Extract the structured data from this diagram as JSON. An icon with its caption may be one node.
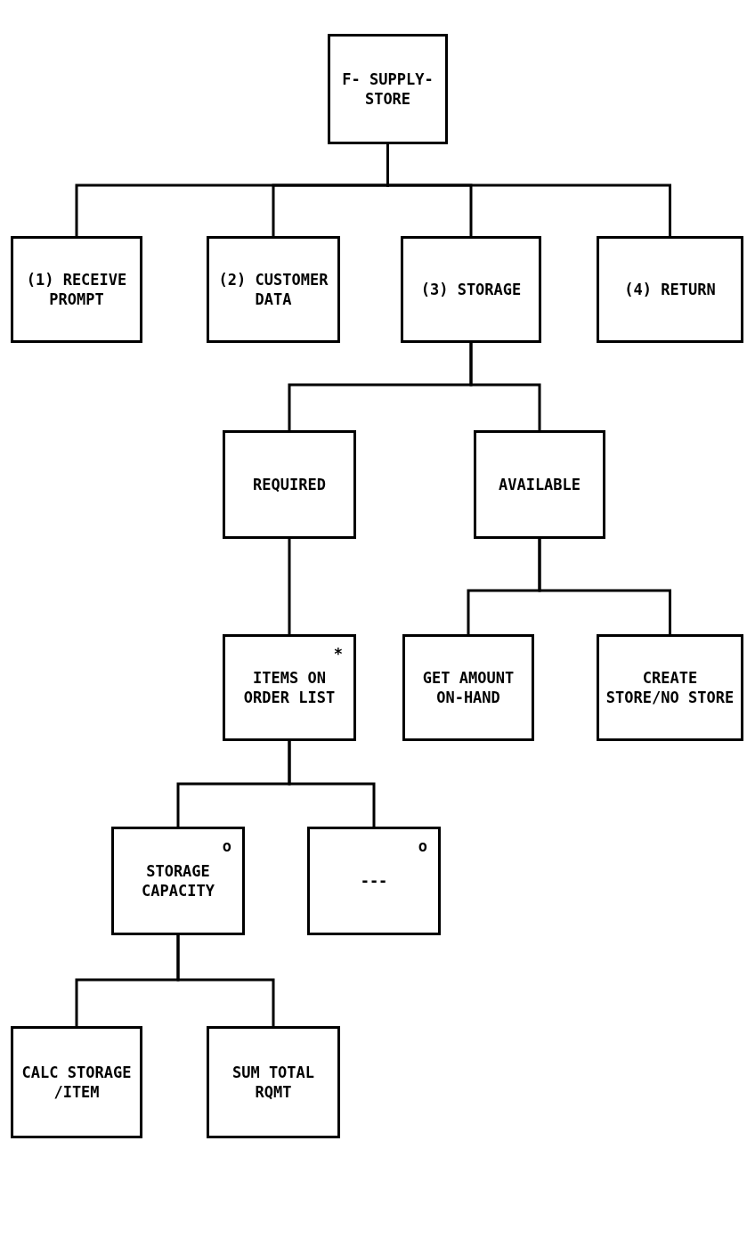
{
  "diagram": {
    "nodes": [
      {
        "text": [
          "F- SUPPLY- STORE"
        ]
      },
      {
        "text": [
          "(1) RECEIVE PROMPT"
        ]
      },
      {
        "text": [
          "(2) CUSTOMER DATA"
        ]
      },
      {
        "text": [
          "(3) STORAGE"
        ]
      },
      {
        "text": [
          "(4) RETURN"
        ]
      },
      {
        "text": [
          "REQUIRED"
        ]
      },
      {
        "text": [
          "AVAILABLE"
        ]
      },
      {
        "text": [
          "ITEMS ON ORDER LIST",
          "*"
        ]
      },
      {
        "text": [
          "GET AMOUNT ON-HAND"
        ]
      },
      {
        "text": [
          "CREATE STORE/NO STORE"
        ]
      },
      {
        "text": [
          "o",
          "STORAGE CAPACITY"
        ]
      },
      {
        "text": [
          "o",
          "---"
        ]
      },
      {
        "text": [
          "CALC STORAGE /ITEM"
        ]
      },
      {
        "text": [
          "SUM TOTAL RQMT"
        ]
      }
    ],
    "edges": [
      {
        "from": 0,
        "to": 1,
        "arrow": "none"
      },
      {
        "from": 0,
        "to": 2,
        "arrow": "none"
      },
      {
        "from": 0,
        "to": 3,
        "arrow": "none"
      },
      {
        "from": 0,
        "to": 4,
        "arrow": "none"
      },
      {
        "from": 3,
        "to": 5,
        "arrow": "none"
      },
      {
        "from": 3,
        "to": 6,
        "arrow": "none"
      },
      {
        "from": 5,
        "to": 7,
        "arrow": "none"
      },
      {
        "from": 6,
        "to": 8,
        "arrow": "none"
      },
      {
        "from": 6,
        "to": 9,
        "arrow": "none"
      },
      {
        "from": 7,
        "to": 10,
        "arrow": "none"
      },
      {
        "from": 7,
        "to": 11,
        "arrow": "none"
      },
      {
        "from": 10,
        "to": 12,
        "arrow": "none"
      },
      {
        "from": 10,
        "to": 13,
        "arrow": "none"
      }
    ]
  }
}
